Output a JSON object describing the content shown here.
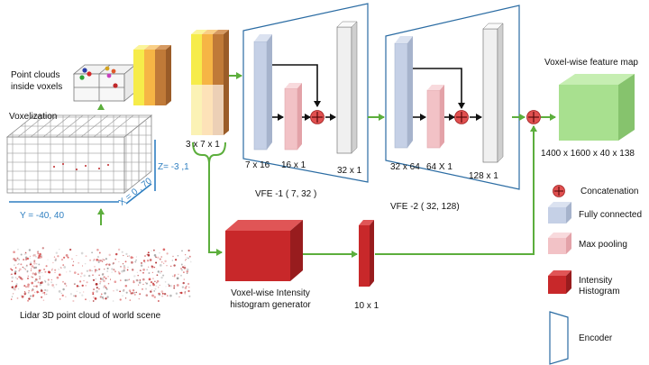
{
  "labels": {
    "point_clouds_line1": "Point clouds",
    "point_clouds_line2": "inside voxels",
    "voxelization": "Voxelization",
    "z_range": "Z= -3 ,1",
    "y_range": "Y = -40, 40",
    "x_range": "X = 0 , 70",
    "lidar_caption": "Lidar 3D point cloud of world scene",
    "input_dim": "3 x 7 x 1",
    "vfe1_title": "VFE -1 ( 7, 32 )",
    "vfe1_fc": "7 x 16",
    "vfe1_pool": "16 x 1",
    "vfe1_out": "32 x 1",
    "vfe2_title": "VFE -2 ( 32, 128)",
    "vfe2_fc": "32 x 64",
    "vfe2_pool": "64  X 1",
    "vfe2_out": "128 x 1",
    "feature_map_title": "Voxel-wise feature map",
    "feature_map_dim": "1400 x 1600 x 40 x 138",
    "histogram_gen_line1": "Voxel-wise Intensity",
    "histogram_gen_line2": "histogram generator",
    "histogram_dim": "10 x 1"
  },
  "legend": [
    {
      "key": "concatenation",
      "label": "Concatenation"
    },
    {
      "key": "fully_connected",
      "label": "Fully connected"
    },
    {
      "key": "max_pooling",
      "label": "Max pooling"
    },
    {
      "key": "intensity_histogram",
      "label_line1": "Intensity",
      "label_line2": "Histogram"
    },
    {
      "key": "encoder",
      "label": "Encoder"
    }
  ],
  "colors": {
    "arrow_green": "#5cae3c",
    "encoder_border": "#2b6ca3",
    "fully_connected": "#c5d0e6",
    "max_pooling": "#f2c2c6",
    "histogram_red": "#c0282a",
    "feature_map_green": "#a8e08f",
    "concat_red": "#e05050",
    "label_blue": "#2f7fc1"
  }
}
